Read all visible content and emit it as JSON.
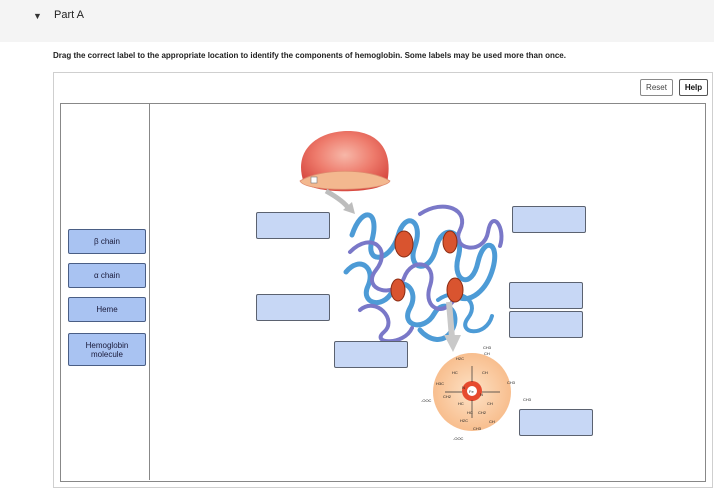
{
  "header": {
    "caret": "▼",
    "title": "Part A"
  },
  "prompt": "Drag the correct label to the appropriate location to identify the components of hemoglobin. Some labels may be used more than once.",
  "toolbar": {
    "reset_label": "Reset",
    "help_label": "Help"
  },
  "labels": [
    {
      "id": "beta",
      "text": "β chain"
    },
    {
      "id": "alpha",
      "text": "α chain"
    },
    {
      "id": "heme",
      "text": "Heme"
    },
    {
      "id": "hemoglobin",
      "text": "Hemoglobin molecule"
    }
  ],
  "figure": {
    "heme_text": [
      "CH3",
      "CH",
      "H2C",
      "HC",
      "CH",
      "H3C",
      "CH3",
      "N",
      "Fe",
      "N",
      "CH3",
      "HC",
      "CH",
      "-OOC",
      "CH2",
      "H2C",
      "CH3",
      "-OOC",
      "CH2",
      "HC",
      "CH"
    ]
  },
  "colors": {
    "label_bg": "#a9c3f2",
    "drop_bg": "#c7d7f5"
  }
}
